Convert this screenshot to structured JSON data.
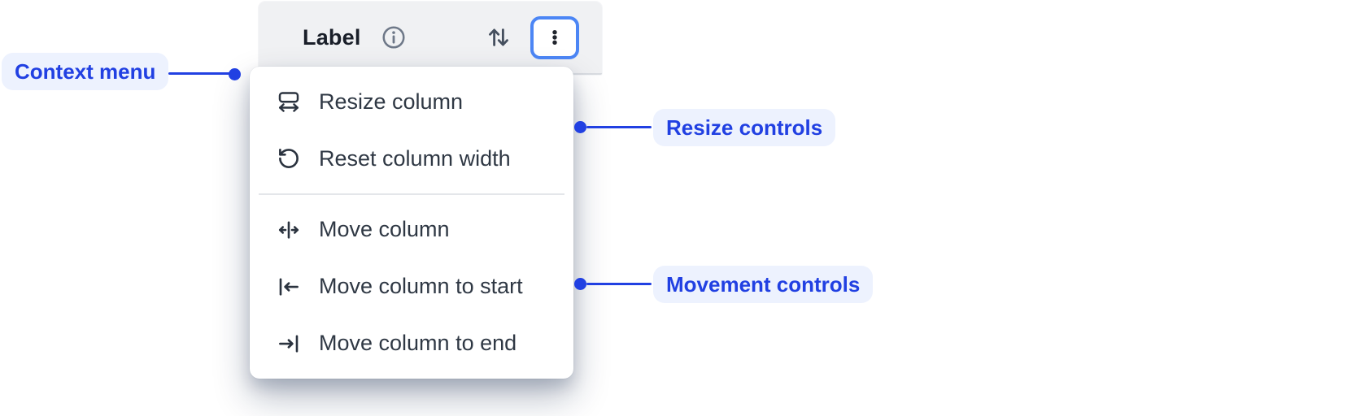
{
  "header": {
    "title": "Label",
    "icons": [
      "info-icon",
      "sort-arrows-icon",
      "kebab-menu-icon"
    ]
  },
  "menu": {
    "items": [
      {
        "id": "resize-column",
        "icon": "resize-column-icon",
        "label": "Resize column"
      },
      {
        "id": "reset-column-width",
        "icon": "reset-width-icon",
        "label": "Reset column width"
      },
      {
        "id": "move-column",
        "icon": "move-column-icon",
        "label": "Move column"
      },
      {
        "id": "move-column-to-start",
        "icon": "move-to-start-icon",
        "label": "Move column to start"
      },
      {
        "id": "move-column-to-end",
        "icon": "move-to-end-icon",
        "label": "Move column to end"
      }
    ]
  },
  "annotations": {
    "context_menu": {
      "label": "Context menu"
    },
    "resize_controls": {
      "label": "Resize controls"
    },
    "movement_controls": {
      "label": "Movement controls"
    }
  },
  "colors": {
    "annotation_blue": "#2140e2",
    "annotation_pill_bg": "#edf2fe",
    "header_bg": "#f0f1f3",
    "focus_ring_blue": "#4c86f5",
    "menu_text": "#2f3844",
    "header_text": "#1a1f29",
    "muted_icon_gray": "#6e7888"
  }
}
